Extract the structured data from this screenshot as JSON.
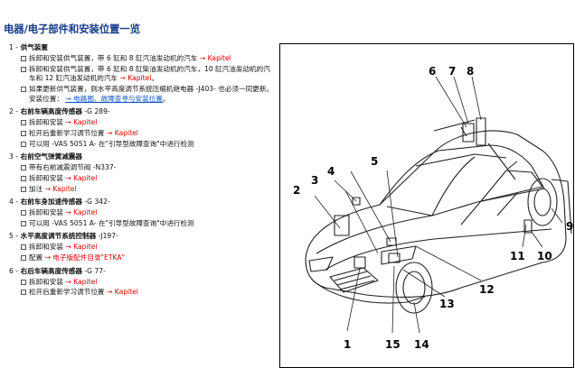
{
  "page": {
    "title": "电器/电子部件和安装位置一览"
  },
  "sections": [
    {
      "num": "1 -",
      "title": "供气装置",
      "code": "",
      "items": [
        {
          "text": "拆卸和安装供气装置，带 6 缸和 8 缸汽油发动机的汽车",
          "link": "→ Kapitel"
        },
        {
          "text": "拆卸和安装供气装置，带 6 缸和 8 缸柴油发动机的汽车，10 缸汽油发动机的汽车和 12 缸汽油发动机的汽车",
          "link": "→ Kapitel",
          "tail": "。"
        },
        {
          "text": "如果更新供气装置，则水平高度调节系统压缩机继电器 -J403- 也必须一同更新。 安装位置：",
          "link": "→ 电路图、故障查寻与安装位置",
          "tail": "。",
          "link_style": "blue"
        }
      ]
    },
    {
      "num": "2 -",
      "title": "右前车辆高度传感器",
      "code": " -G 289-",
      "items": [
        {
          "text": "拆卸和安装",
          "link": "→ Kapitel"
        },
        {
          "text": "松开后重新学习调节位置",
          "link": "→ Kapitel"
        },
        {
          "text": "可以用 -VAS 5051 A- 在\"引导型故障查询\"中进行检测",
          "link": ""
        }
      ]
    },
    {
      "num": "3 -",
      "title": "右前空气弹簧减震器",
      "code": "",
      "items": [
        {
          "text": "带有右前减震调节阀 -N337-",
          "link": ""
        },
        {
          "text": "拆卸和安装",
          "link": "→ Kapitel"
        },
        {
          "text": "加注",
          "link": "→ Kapitel"
        }
      ]
    },
    {
      "num": "4 -",
      "title": "右前车身加速传感器",
      "code": " -G 342-",
      "items": [
        {
          "text": "拆卸和安装",
          "link": "→ Kapitel"
        },
        {
          "text": "可以用 -VAS 5051 A- 在\"引导型故障查询\"中进行检测",
          "link": ""
        }
      ]
    },
    {
      "num": "5 -",
      "title": "水平高度调节系统控制器",
      "code": " -J197-",
      "items": [
        {
          "text": "拆卸和安装",
          "link": "→ Kapitel"
        },
        {
          "text": "配置",
          "link": "→ 电子版配件目录\"ETKA\""
        }
      ]
    },
    {
      "num": "6 -",
      "title": "右后车辆高度传感器",
      "code": " -G 77-",
      "items": [
        {
          "text": "拆卸和安装",
          "link": "→ Kapitel"
        },
        {
          "text": "松开后重新学习调节位置",
          "link": "→ Kapitel"
        }
      ]
    }
  ],
  "figure": {
    "callouts": [
      "1",
      "2",
      "3",
      "4",
      "5",
      "6",
      "7",
      "8",
      "9",
      "10",
      "11",
      "12",
      "13",
      "14",
      "15"
    ]
  }
}
